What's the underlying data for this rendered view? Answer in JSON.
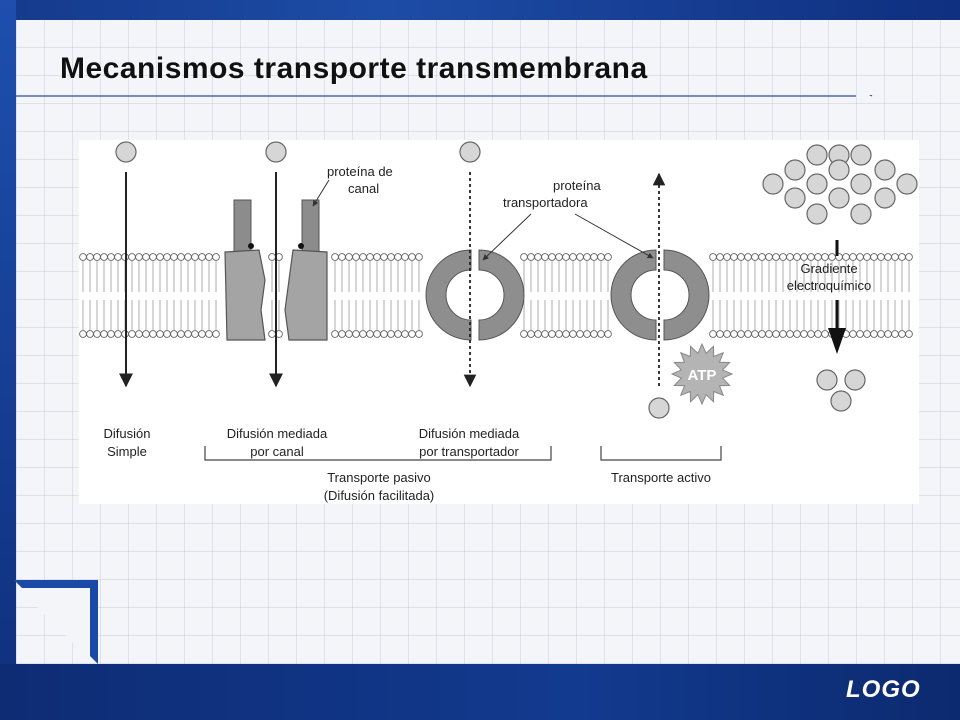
{
  "slide": {
    "title": "Mecanismos transporte transmembrana",
    "logo": "LOGO"
  },
  "diagram": {
    "callouts": {
      "channel_protein": [
        "proteína de",
        "canal"
      ],
      "carrier_protein": [
        "proteína",
        "transportadora"
      ],
      "gradient": [
        "Gradiente",
        "electroquímico"
      ],
      "atp": "ATP"
    },
    "columns": {
      "simple_diffusion": [
        "Difusión",
        "Simple"
      ],
      "channel_mediated": [
        "Difusión mediada",
        "por canal"
      ],
      "carrier_mediated": [
        "Difusión mediada",
        "por transportador"
      ]
    },
    "groups": {
      "passive": [
        "Transporte pasivo",
        "(Difusión facilitada)"
      ],
      "active": "Transporte activo"
    }
  }
}
